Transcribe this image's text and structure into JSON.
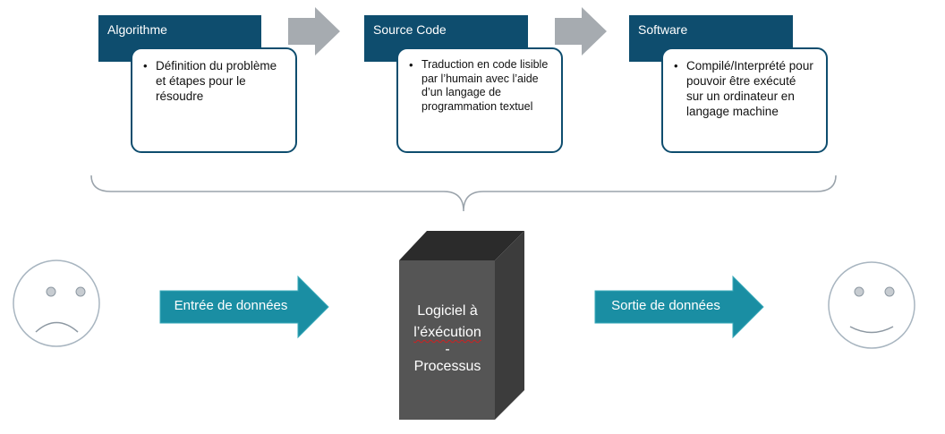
{
  "stages": [
    {
      "title": "Algorithme",
      "bullet": "Définition du problème et étapes pour le résoudre"
    },
    {
      "title": "Source Code",
      "bullet": "Traduction en code lisible par l’humain avec l’aide d’un langage de programmation textuel"
    },
    {
      "title": "Software",
      "bullet": "Compilé/Interprété pour pouvoir être exécuté sur un ordinateur en langage machine"
    }
  ],
  "input_arrow": {
    "label": "Entrée de données",
    "color": "#1a8ea3"
  },
  "output_arrow": {
    "label": "Sortie de données",
    "color": "#1a8ea3"
  },
  "process": {
    "line1": "Logiciel à",
    "line2": "l’éxécution",
    "line3": "-",
    "line4": "Processus"
  },
  "faces": {
    "left": "sad-face",
    "right": "happy-face"
  },
  "colors": {
    "header": "#0e4d6e",
    "connector": "#a6abb0",
    "server_front": "#555555",
    "server_side": "#3c3c3c",
    "server_top": "#2b2b2b"
  }
}
